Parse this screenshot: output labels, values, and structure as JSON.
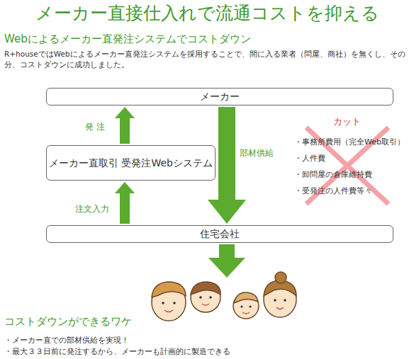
{
  "diagram": {
    "title": "メーカー直接仕入れで流通コストを抑える",
    "nodes": [
      {
        "text": [
          "メーカー"
        ]
      },
      {
        "text": [
          "メーカー直取引 受発注Webシステム"
        ]
      },
      {
        "text": [
          "住宅会社"
        ]
      }
    ],
    "edges": [
      {
        "from": 1,
        "to": 0,
        "label": "発 注",
        "arrow": "to"
      },
      {
        "from": 2,
        "to": 1,
        "label": "注文入力",
        "arrow": "to"
      },
      {
        "from": 0,
        "to": 2,
        "label": "部材供給",
        "arrow": "to"
      }
    ],
    "labels": [
      "Webによるメーカー直発注システムでコストダウン",
      "R+houseではWebによるメーカー直発注システムを採用することで、間に入る業者（問屋、商社）を無くし、その分、コストダウンに成功しました。",
      "カット",
      "・事務所費用（完全Web取引）",
      "・人件費",
      "・卸問屋の倉庫維持費",
      "・受発注の人件費等々",
      "コストダウンができるワケ",
      "・メーカー直での部材供給を実現！",
      "・最大３３日前に発注するから、メーカーも計画的に製造できる"
    ]
  }
}
